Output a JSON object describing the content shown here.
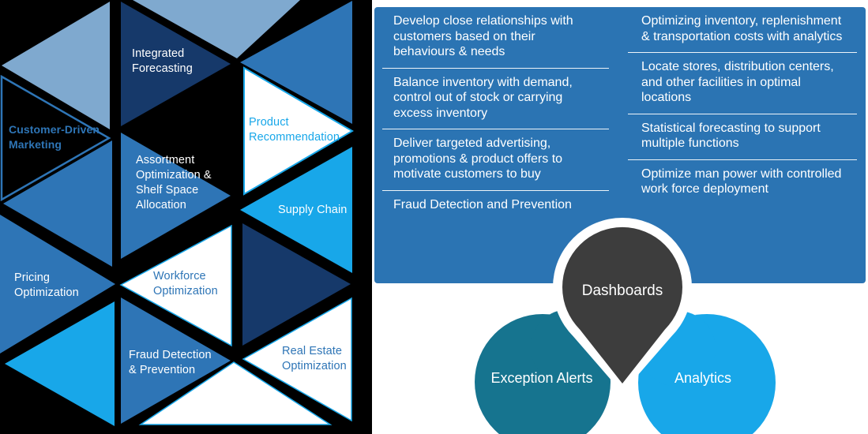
{
  "colors": {
    "backdrop": "#000000",
    "medium_blue": "#2E75B6",
    "navy": "#16396A",
    "steel_blue": "#7FA9CF",
    "cyan": "#18A7E9",
    "panel_blue": "#2B74B3",
    "teal": "#16748F",
    "charcoal": "#3D3D3D",
    "white": "#FFFFFF"
  },
  "mosaic": {
    "labels": {
      "integrated_forecasting": "Integrated Forecasting",
      "customer_driven_marketing": "Customer-Driven Marketing",
      "assortment": "Assortment Optimization & Shelf Space Allocation",
      "product_recommendation": "Product Recommendation",
      "supply_chain": "Supply Chain",
      "pricing_optimization": "Pricing Optimization",
      "workforce_optimization": "Workforce Optimization",
      "fraud_detection": "Fraud Detection & Prevention",
      "real_estate": "Real Estate Optimization"
    }
  },
  "panel": {
    "left_items": [
      "Develop close relationships with customers based on their behaviours & needs",
      "Balance inventory with demand, control out of stock or carrying excess inventory",
      "Deliver targeted advertising, promotions & product offers to motivate customers to buy",
      "Fraud Detection and Prevention"
    ],
    "right_items": [
      "Optimizing inventory, replenishment & transportation costs with analytics",
      "Locate stores, distribution centers, and other facilities in optimal locations",
      "Statistical forecasting to support multiple functions",
      "Optimize man power with controlled work force deployment"
    ]
  },
  "venn": {
    "dashboards": "Dashboards",
    "exception_alerts": "Exception Alerts",
    "analytics": "Analytics"
  }
}
